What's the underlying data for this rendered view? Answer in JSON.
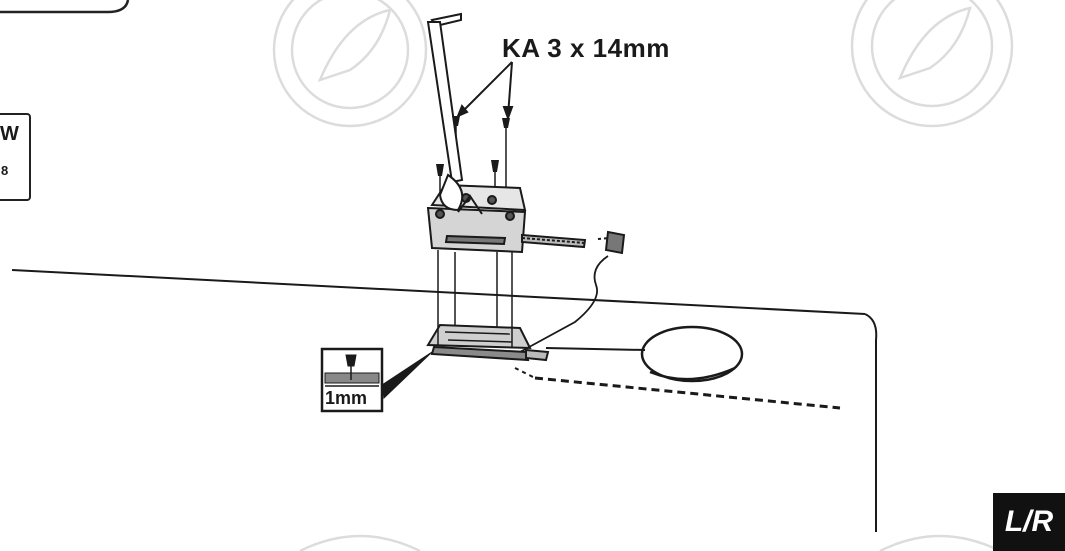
{
  "callouts": {
    "screw_spec": "KA 3 x 14mm",
    "gap_spec": "1mm"
  },
  "badge": {
    "side": "L/R"
  },
  "side_tab": {
    "letter": "W",
    "number": "8"
  },
  "colors": {
    "line": "#1a1a1a",
    "watermark": "#d9d9d9",
    "badge_bg": "#111111",
    "badge_fg": "#ffffff"
  }
}
